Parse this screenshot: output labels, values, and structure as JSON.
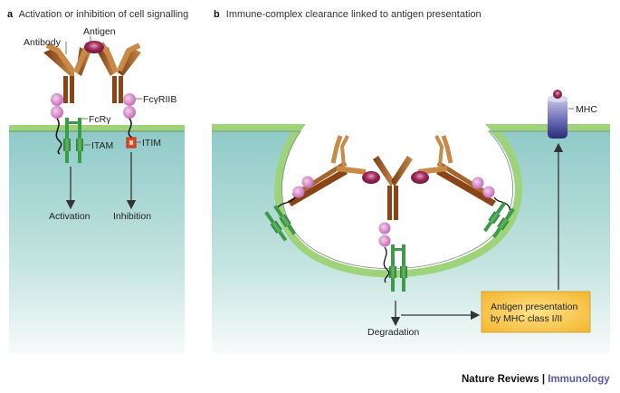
{
  "panel_a": {
    "letter": "a",
    "title": "Activation or inhibition of cell signalling",
    "labels": {
      "antibody": "Antibody",
      "antigen": "Antigen",
      "fcgriib": "FcγRIIB",
      "fcrg": "FcRγ",
      "itam": "ITAM",
      "itim": "ITIM",
      "activation": "Activation",
      "inhibition": "Inhibition"
    }
  },
  "panel_b": {
    "letter": "b",
    "title": "Immune-complex clearance linked to antigen presentation",
    "labels": {
      "mhc": "MHC",
      "degradation": "Degradation",
      "presentation_line1": "Antigen presentation",
      "presentation_line2": "by MHC class I/II"
    }
  },
  "footer": {
    "journal": "Nature Reviews",
    "separator": " | ",
    "section": "Immunology"
  },
  "colors": {
    "cytoplasm_top": "#8fcac8",
    "cytoplasm_bottom": "#f2faf8",
    "membrane": "#9fd37a",
    "antibody": "#a8642e",
    "antigen": "#8e1f48",
    "fc_receptor_domain": "#d98ed0",
    "fcrg_chain": "#3c9a48",
    "itim": "#e8452a",
    "mhc": "#3a3d8c",
    "presentation_box": "#f6c43e",
    "footer_section": "#5a5aa0"
  }
}
